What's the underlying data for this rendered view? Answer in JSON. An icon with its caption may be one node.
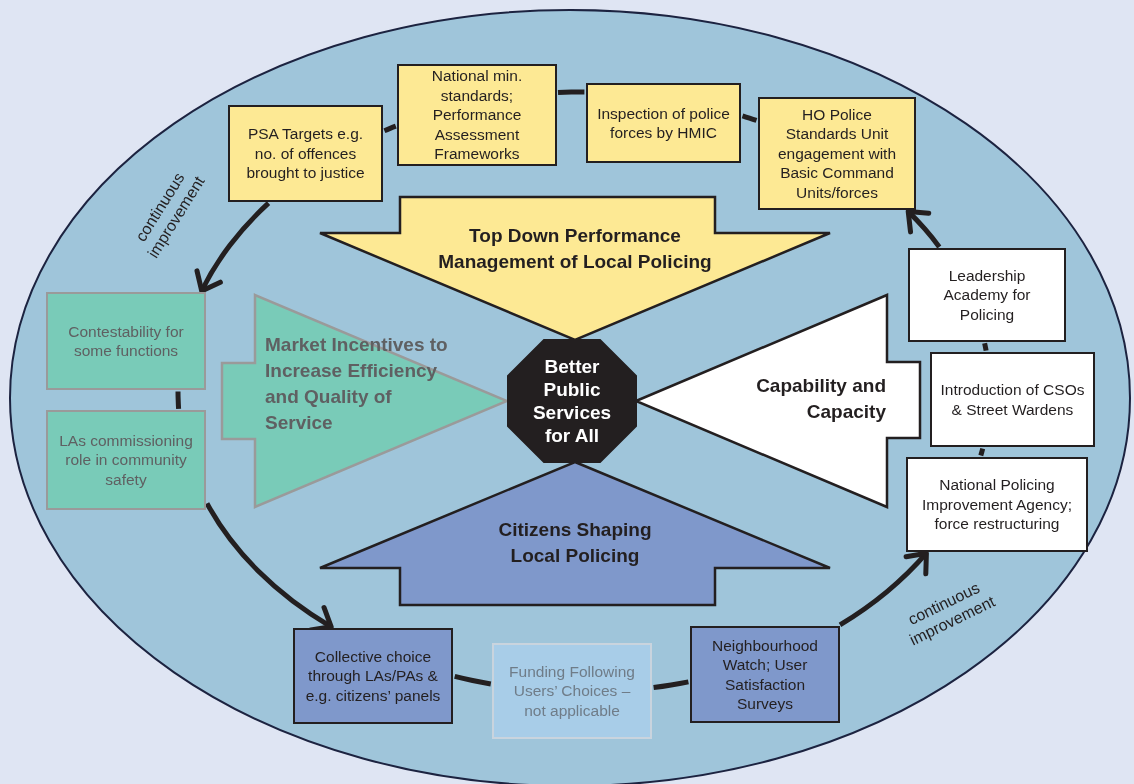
{
  "diagram": {
    "nodes": [
      {
        "text": [
          "PSA Targets e.g. no. of offences brought to justice"
        ]
      },
      {
        "text": [
          "National min. standards; Performance Assessment Frameworks"
        ]
      },
      {
        "text": [
          "Inspection of police forces by HMIC"
        ]
      },
      {
        "text": [
          "HO Police Standards Unit engagement with Basic Command Units/forces"
        ]
      },
      {
        "text": [
          "Top Down Performance Management of Local Policing"
        ]
      },
      {
        "text": [
          "Contestability for some functions"
        ]
      },
      {
        "text": [
          "LAs commissioning role in community safety"
        ]
      },
      {
        "text": [
          "Market Incentives to Increase Efficiency and Quality of Service"
        ]
      },
      {
        "text": [
          "Better Public Services for All"
        ]
      },
      {
        "text": [
          "Capability and Capacity"
        ]
      },
      {
        "text": [
          "Leadership Academy for Policing"
        ]
      },
      {
        "text": [
          "Introduction of CSOs & Street Wardens"
        ]
      },
      {
        "text": [
          "National Policing Improvement Agency; force restructuring"
        ]
      },
      {
        "text": [
          "Citizens Shaping Local Policing"
        ]
      },
      {
        "text": [
          "Collective choice through LAs/PAs & e.g. citizens’ panels"
        ]
      },
      {
        "text": [
          "Funding Following Users’ Choices – not applicable"
        ]
      },
      {
        "text": [
          "Neighbourhood Watch; User Satisfaction Surveys"
        ]
      }
    ],
    "edges": [
      {
        "from": 3,
        "to": 2,
        "arrow": "none"
      },
      {
        "from": 2,
        "to": 1,
        "arrow": "none"
      },
      {
        "from": 1,
        "to": 0,
        "arrow": "none"
      },
      {
        "from": 0,
        "to": 5,
        "arrow": "to"
      },
      {
        "from": 5,
        "to": 6,
        "arrow": "none"
      },
      {
        "from": 6,
        "to": 14,
        "arrow": "to"
      },
      {
        "from": 14,
        "to": 15,
        "arrow": "none"
      },
      {
        "from": 15,
        "to": 16,
        "arrow": "none"
      },
      {
        "from": 16,
        "to": 12,
        "arrow": "to"
      },
      {
        "from": 12,
        "to": 11,
        "arrow": "none"
      },
      {
        "from": 11,
        "to": 10,
        "arrow": "none"
      },
      {
        "from": 10,
        "to": 3,
        "arrow": "to"
      }
    ],
    "labels": [
      "continuous improvement",
      "continuous improvement"
    ]
  }
}
